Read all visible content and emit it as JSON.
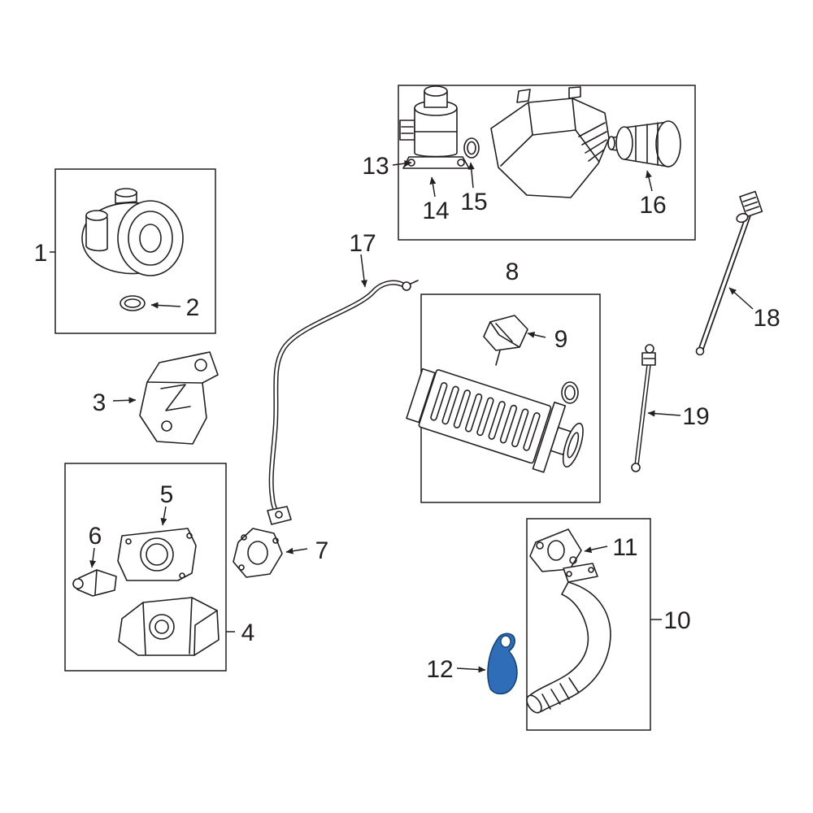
{
  "diagram": {
    "kind": "exploded-parts-diagram",
    "background": "#ffffff",
    "line_color": "#231f20",
    "highlight_color": "#2f6db8",
    "highlighted_callout": "12",
    "callouts": {
      "1": "1",
      "2": "2",
      "3": "3",
      "4": "4",
      "5": "5",
      "6": "6",
      "7": "7",
      "8": "8",
      "9": "9",
      "10": "10",
      "11": "11",
      "12": "12",
      "13": "13",
      "14": "14",
      "15": "15",
      "16": "16",
      "17": "17",
      "18": "18",
      "19": "19"
    }
  }
}
